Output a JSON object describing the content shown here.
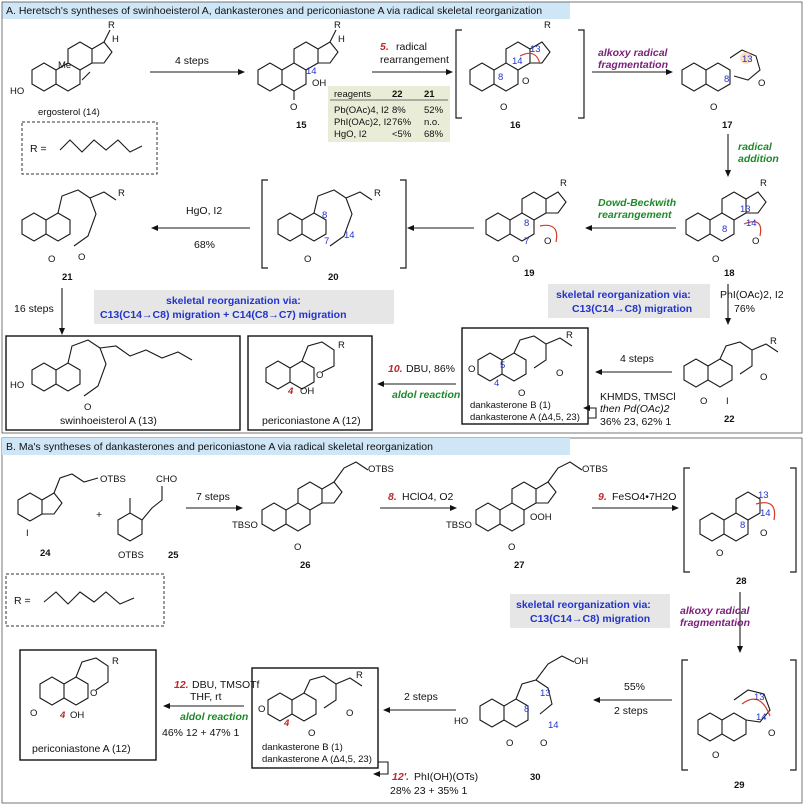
{
  "sectionA": {
    "title": "A. Heretsch's syntheses of swinhoeisterol A, dankasterones and periconiastone A via radical skeletal reorganization"
  },
  "sectionB": {
    "title": "B. Ma's syntheses of dankasterones and periconiastone A via radical skeletal reorganization"
  },
  "labels": {
    "ergosterol": "ergosterol (14)",
    "c15": "15",
    "c16": "16",
    "c17": "17",
    "c18": "18",
    "c19": "19",
    "c20": "20",
    "c21": "21",
    "c22": "22",
    "c24": "24",
    "c25": "25",
    "c26": "26",
    "c27": "27",
    "c28": "28",
    "c29": "29",
    "c30": "30",
    "swinhoeisterol": "swinhoeisterol A (13)",
    "periconiastoneA": "periconiastone A (12)",
    "periconiastoneB": "periconiastone A (12)",
    "dankB_A": "dankasterone B (1)",
    "dankA_A": "dankasterone A (Δ4,5, 23)",
    "dankB_B": "dankasterone B (1)",
    "dankA_B": "dankasterone A (Δ4,5, 23)",
    "R_label_A": "R =",
    "R_label_B": "R ="
  },
  "steps": {
    "four_steps": "4 steps",
    "step5_num": "5.",
    "step5_a": "radical",
    "step5_b": "rearrangement",
    "alkoxy_a": "alkoxy radical",
    "alkoxy_b": "fragmentation",
    "radical_a": "radical",
    "radical_b": "addition",
    "dowd_a": "Dowd-Beckwith",
    "dowd_b": "rearrangement",
    "hgo": "HgO, I2",
    "hgo_yield": "68%",
    "sixteen_steps": "16 steps",
    "skel_A1": "skeletal reorganization via:",
    "skel_A2": "C13(C14→C8) migration + C14(C8→C7) migration",
    "skel_A3": "skeletal reorganization via:",
    "skel_A4": "C13(C14→C8) migration",
    "phioac": "PhI(OAc)2, I2",
    "phioac_yield": "76%",
    "four_steps_b": "4 steps",
    "step10_num": "10.",
    "step10_rest": "DBU, 86%",
    "aldol_A": "aldol reaction",
    "khmds": "KHMDS, TMSCl",
    "then_pd": "then Pd(OAc)2",
    "yield_khmds": "36% 23, 62% 1",
    "seven_steps": "7 steps",
    "step8_num": "8.",
    "step8_rest": "HClO4, O2",
    "step9_num": "9.",
    "step9_rest": "FeSO4•7H2O",
    "skel_B1": "skeletal reorganization via:",
    "skel_B2": "C13(C14→C8) migration",
    "alkoxy_c": "alkoxy radical",
    "alkoxy_d": "fragmentation",
    "yield55": "55%",
    "two_steps_a": "2 steps",
    "two_steps_b": "2 steps",
    "step12_num": "12.",
    "step12_rest": "DBU, TMSOTf",
    "step12_thf": "THF, rt",
    "aldol_B": "aldol reaction",
    "yield12": "46% 12 + 47% 1",
    "step12p_num": "12'.",
    "step12p_rest": "PhI(OH)(OTs)",
    "yield12p": "28% 23 + 35% 1"
  },
  "table": {
    "headers": [
      "reagents",
      "22",
      "21"
    ],
    "rows": [
      [
        "Pb(OAc)4, I2",
        "8%",
        "52%"
      ],
      [
        "PhI(OAc)2, I2",
        "76%",
        "n.o."
      ],
      [
        "HgO, I2",
        "<5%",
        "68%"
      ]
    ]
  },
  "atoms": {
    "R": "R",
    "H": "H",
    "Me": "Me",
    "HO": "HO",
    "O": "O",
    "OH": "OH",
    "OOH": "OOH",
    "OTBS": "OTBS",
    "TBSO": "TBSO",
    "CHO": "CHO",
    "I": "I",
    "n13": "13",
    "n14": "14",
    "n8": "8",
    "n7": "7",
    "n4": "4",
    "n5": "5"
  },
  "colors": {
    "header_bg": "#cfe6f7",
    "table_bg": "#e9ecd6",
    "skel_bg": "#e6e6e6",
    "red": "#c0282d",
    "purple": "#7a1f7a",
    "green": "#1f8a2a",
    "blue": "#2233cc",
    "orange_hl": "#f6c89a"
  }
}
